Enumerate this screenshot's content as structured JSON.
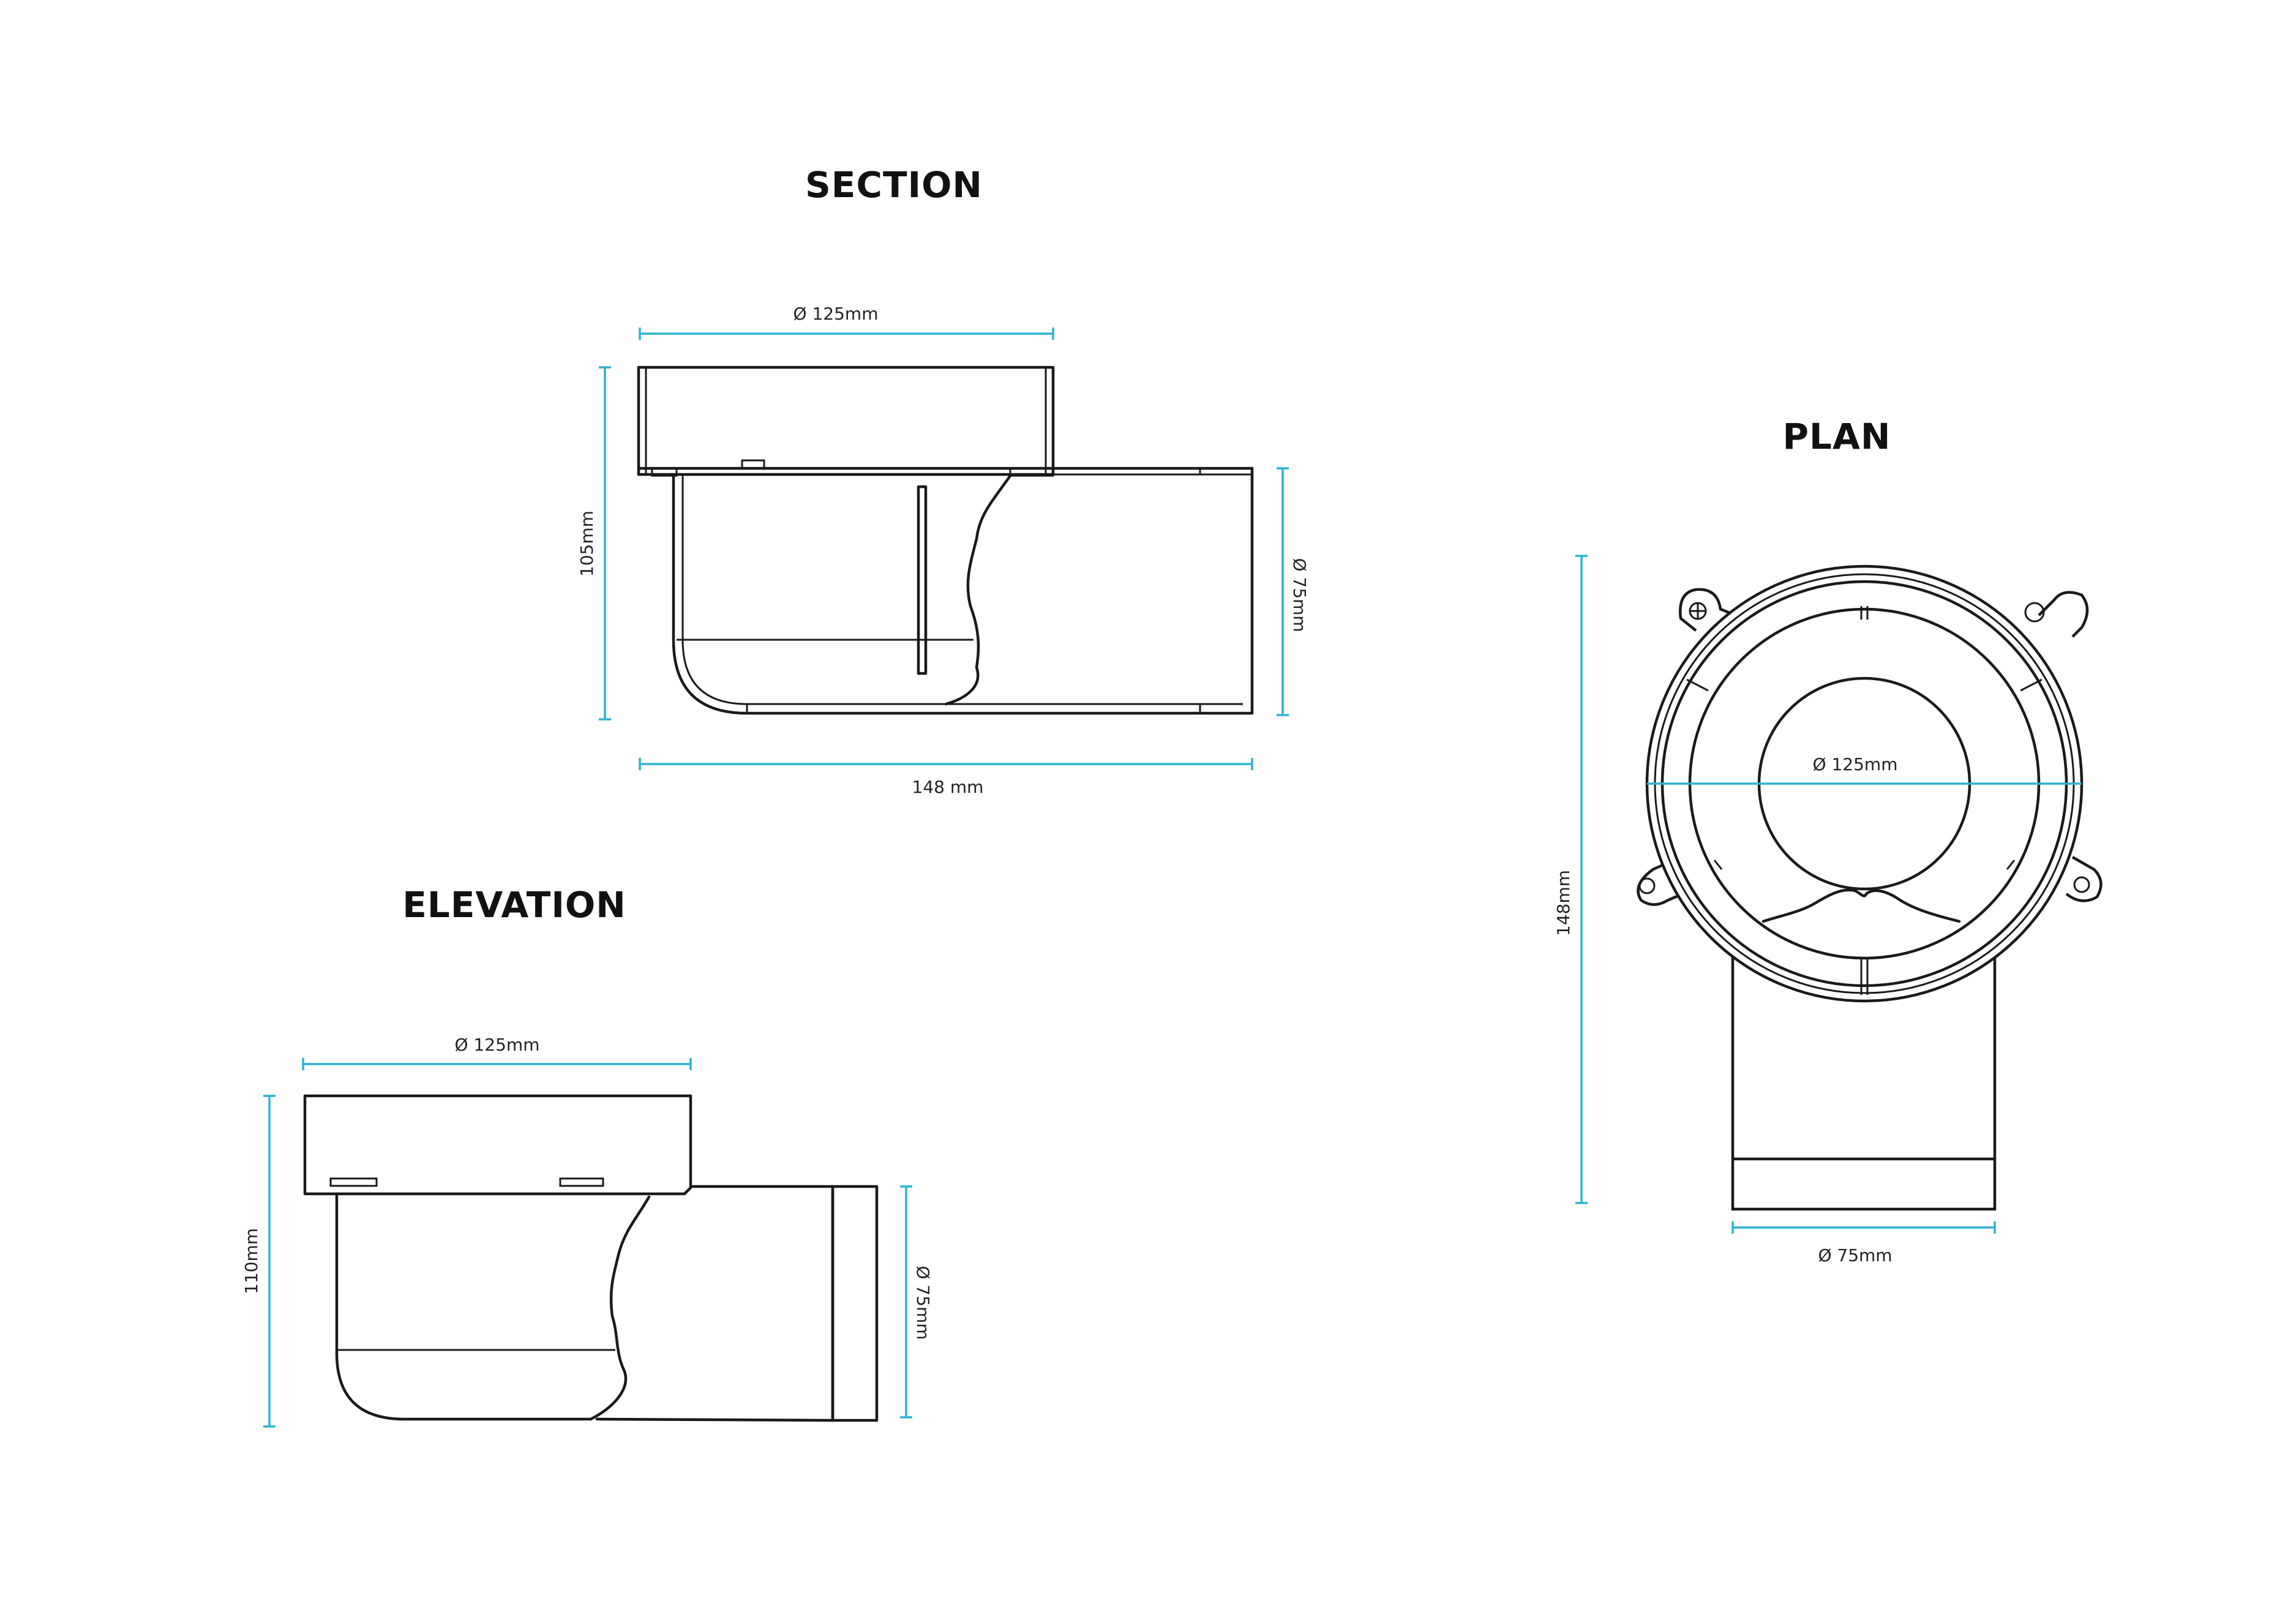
{
  "colors": {
    "line": "#1a1a1a",
    "dimension": "#2bb3cf",
    "background": "#ffffff"
  },
  "section": {
    "title": "SECTION",
    "dim_top": "Ø 125mm",
    "dim_height": "105mm",
    "dim_outlet": "Ø 75mm",
    "dim_length": "148 mm"
  },
  "elevation": {
    "title": "ELEVATION",
    "dim_top": "Ø 125mm",
    "dim_height": "110mm",
    "dim_outlet": "Ø 75mm"
  },
  "plan": {
    "title": "PLAN",
    "dim_diameter": "Ø 125mm",
    "dim_length": "148mm",
    "dim_outlet": "Ø 75mm"
  }
}
